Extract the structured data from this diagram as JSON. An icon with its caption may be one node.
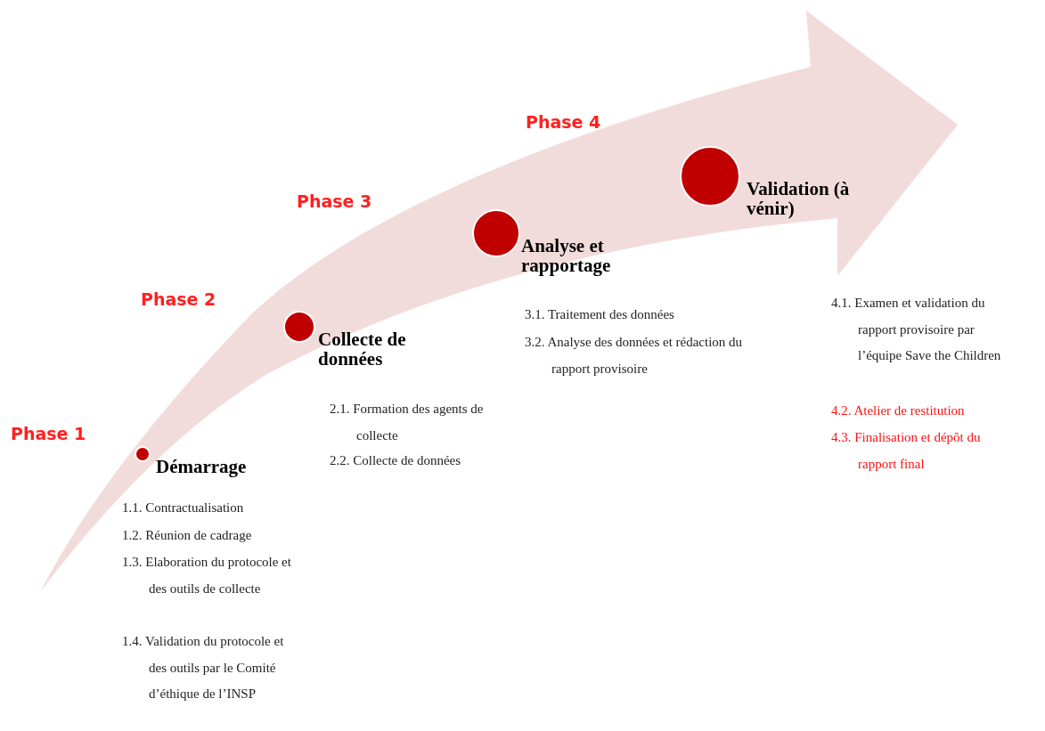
{
  "diagram": {
    "nodes": [
      {
        "text": [],
        "shape": "circle",
        "beside": [
          "Démarrage"
        ]
      },
      {
        "text": [],
        "shape": "circle",
        "beside": [
          "Collecte de données"
        ]
      },
      {
        "text": [],
        "shape": "circle",
        "beside": [
          "Analyse et rapportage"
        ]
      },
      {
        "text": [],
        "shape": "circle",
        "beside": [
          "Validation (à vénir)"
        ]
      }
    ],
    "labels": [
      "Phase 4",
      "Phase 3",
      "Phase 2",
      "Phase 1",
      "3.1. Traitement des données",
      "3.2. Analyse des données et rédaction du rapport provisoire",
      "4.1. Examen et validation du rapport provisoire par l’équipe Save the Children",
      "4.2. Atelier de restitution",
      "4.3. Finalisation et dépôt du rapport final",
      "2.1. Formation des agents de collecte",
      "2.2. Collecte de données",
      "1.1. Contractualisation",
      "1.2. Réunion de cadrage",
      "1.3. Elaboration du protocole et des outils de collecte",
      "1.4. Validation du protocole et des outils par le Comité d’éthique de l’INSP"
    ]
  }
}
